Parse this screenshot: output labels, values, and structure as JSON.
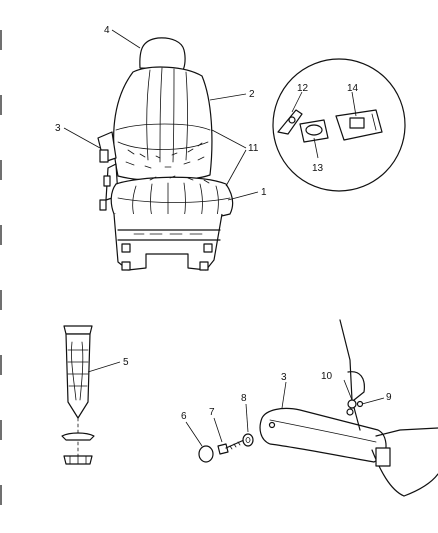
{
  "callouts": {
    "c1": "1",
    "c2": "2",
    "c3": "3",
    "c3b": "3",
    "c4": "4",
    "c5": "5",
    "c6": "6",
    "c7": "7",
    "c8": "8",
    "c9": "9",
    "c10": "10",
    "c11": "11",
    "c12": "12",
    "c13": "13",
    "c14": "14"
  }
}
